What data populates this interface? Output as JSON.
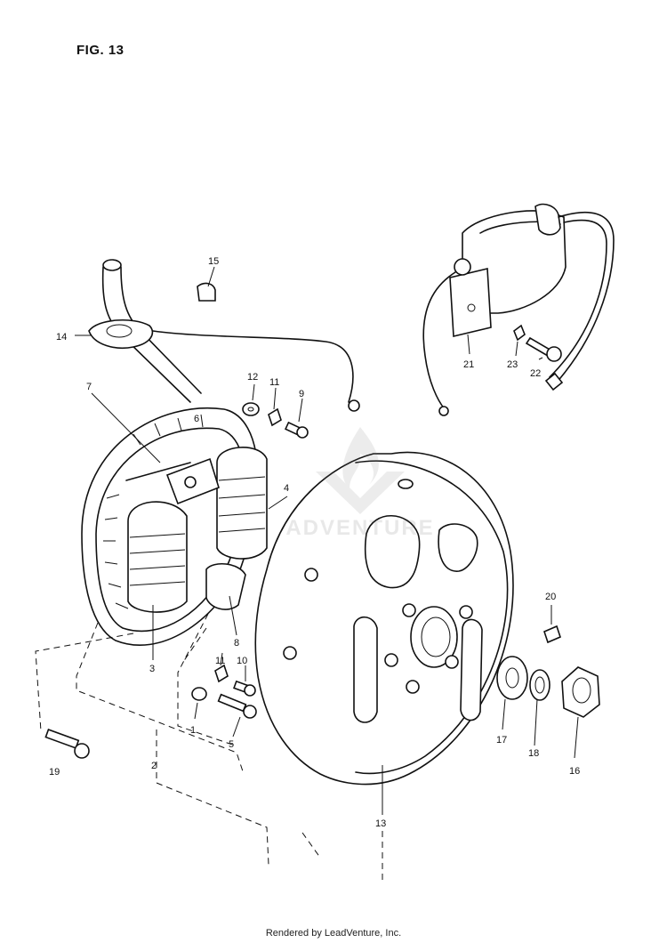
{
  "figure": {
    "title": "FIG. 13"
  },
  "watermark": {
    "text": "ADVENTURE"
  },
  "footer": {
    "text": "Rendered by LeadVenture, Inc."
  },
  "parts": [
    {
      "key": "p1",
      "number": "1"
    },
    {
      "key": "p2",
      "number": "2"
    },
    {
      "key": "p3",
      "number": "3"
    },
    {
      "key": "p4",
      "number": "4"
    },
    {
      "key": "p5",
      "number": "5"
    },
    {
      "key": "p6",
      "number": "6"
    },
    {
      "key": "p7",
      "number": "7"
    },
    {
      "key": "p8",
      "number": "8"
    },
    {
      "key": "p9",
      "number": "9"
    },
    {
      "key": "p10",
      "number": "10"
    },
    {
      "key": "p11a",
      "number": "11"
    },
    {
      "key": "p11b",
      "number": "11"
    },
    {
      "key": "p12",
      "number": "12"
    },
    {
      "key": "p13",
      "number": "13"
    },
    {
      "key": "p14",
      "number": "14"
    },
    {
      "key": "p15",
      "number": "15"
    },
    {
      "key": "p16",
      "number": "16"
    },
    {
      "key": "p17",
      "number": "17"
    },
    {
      "key": "p18",
      "number": "18"
    },
    {
      "key": "p19",
      "number": "19"
    },
    {
      "key": "p20",
      "number": "20"
    },
    {
      "key": "p21",
      "number": "21"
    },
    {
      "key": "p22",
      "number": "22"
    },
    {
      "key": "p23",
      "number": "23"
    }
  ]
}
